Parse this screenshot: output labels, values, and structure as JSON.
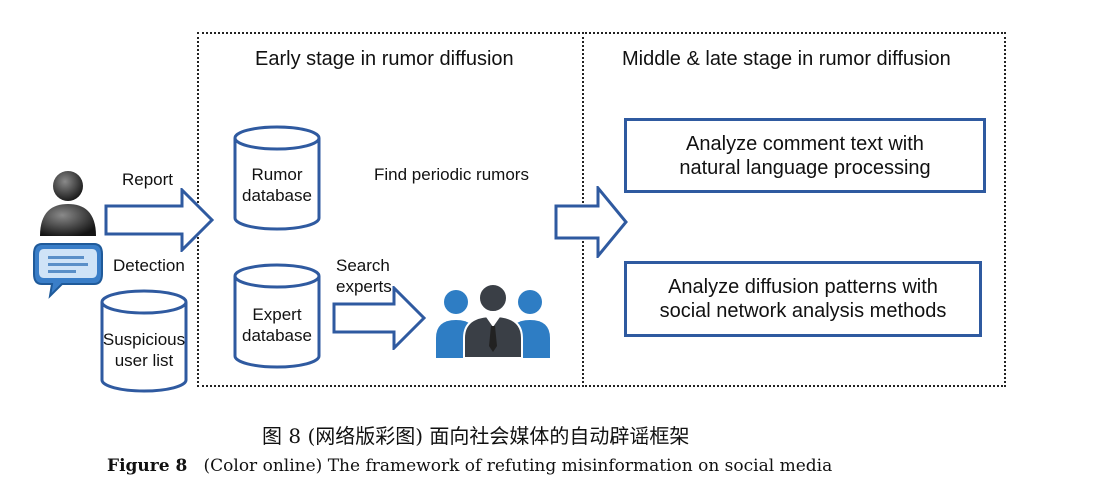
{
  "stages": {
    "early_title": "Early stage in rumor diffusion",
    "middle_late_title": "Middle & late stage in rumor diffusion"
  },
  "inputs": {
    "report_label": "Report",
    "detection_label": "Detection",
    "suspicious_db": [
      "Suspicious",
      "user list"
    ]
  },
  "early": {
    "rumor_db": [
      "Rumor",
      "database"
    ],
    "find_label": "Find periodic rumors",
    "expert_db": [
      "Expert",
      "database"
    ],
    "search_label": [
      "Search",
      "experts"
    ]
  },
  "analysis": {
    "box1": [
      "Analyze comment text with",
      "natural language processing"
    ],
    "box2": [
      "Analyze diffusion patterns with",
      "social network analysis methods"
    ]
  },
  "caption": {
    "cn": "图 8 (网络版彩图) 面向社会媒体的自动辟谣框架",
    "en_figure": "Figure 8",
    "en_text": "(Color online) The framework of refuting misinformation on social media"
  },
  "colors": {
    "accent_blue": "#2f5aa0",
    "people_blue": "#2e7dc4",
    "person_dark": "#3a3f46"
  }
}
